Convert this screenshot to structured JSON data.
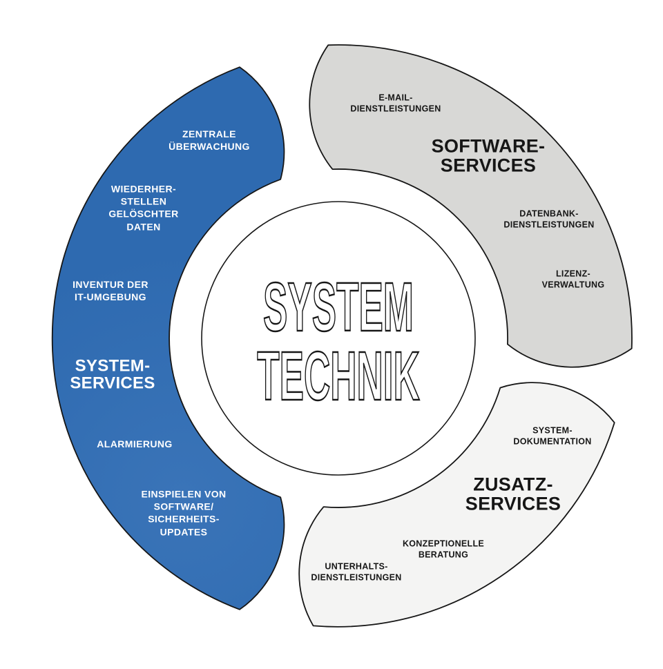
{
  "center": {
    "line1": "SYSTEM",
    "line2": "TECHNIK"
  },
  "colors": {
    "segment_blue": "#2e6ab0",
    "segment_blue_highlight": "#3a74b8",
    "segment_gray": "#d8d8d6",
    "segment_light": "#f4f4f3",
    "outline": "#161616",
    "text_on_blue": "#ffffff",
    "text_dark": "#161616"
  },
  "segments": [
    {
      "id": "system-services",
      "title": "SYSTEM-\nSERVICES",
      "color": "#2e6ab0",
      "text_color": "#ffffff",
      "items": [
        "ZENTRALE\nÜBERWACHUNG",
        "WIEDERHER-\nSTELLEN\nGELÖSCHTER\nDATEN",
        "INVENTUR DER\nIT-UMGEBUNG",
        "ALARMIERUNG",
        "EINSPIELEN VON\nSOFTWARE/\nSICHERHEITS-\nUPDATES"
      ]
    },
    {
      "id": "software-services",
      "title": "SOFTWARE-\nSERVICES",
      "color": "#d8d8d6",
      "text_color": "#161616",
      "items": [
        "E-MAIL-\nDIENSTLEISTUNGEN",
        "DATENBANK-\nDIENSTLEISTUNGEN",
        "LIZENZ-\nVERWALTUNG"
      ]
    },
    {
      "id": "zusatz-services",
      "title": "ZUSATZ-\nSERVICES",
      "color": "#f4f4f3",
      "text_color": "#161616",
      "items": [
        "SYSTEM-\nDOKUMENTATION",
        "KONZEPTIONELLE\nBERATUNG",
        "UNTERHALTS-\nDIENSTLEISTUNGEN"
      ]
    }
  ]
}
